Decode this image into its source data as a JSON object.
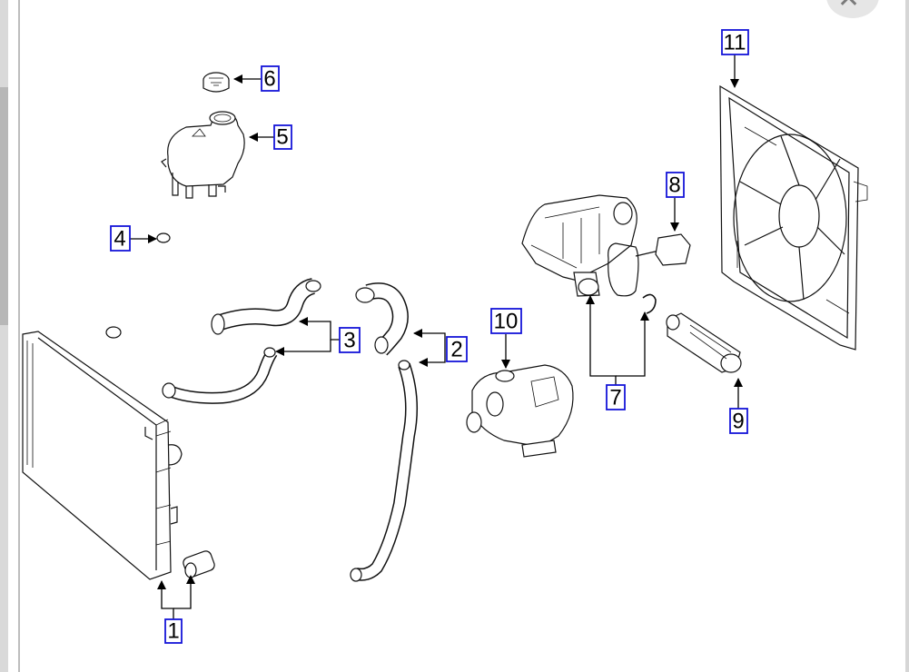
{
  "callouts": [
    {
      "id": "callout-1",
      "label": "1"
    },
    {
      "id": "callout-2",
      "label": "2"
    },
    {
      "id": "callout-3",
      "label": "3"
    },
    {
      "id": "callout-4",
      "label": "4"
    },
    {
      "id": "callout-5",
      "label": "5"
    },
    {
      "id": "callout-6",
      "label": "6"
    },
    {
      "id": "callout-7",
      "label": "7"
    },
    {
      "id": "callout-8",
      "label": "8"
    },
    {
      "id": "callout-9",
      "label": "9"
    },
    {
      "id": "callout-10",
      "label": "10"
    },
    {
      "id": "callout-11",
      "label": "11"
    }
  ],
  "colors": {
    "callout_border": "#1414d8",
    "line": "#111111",
    "background": "#ffffff"
  },
  "icons": {
    "close": "close-icon"
  }
}
